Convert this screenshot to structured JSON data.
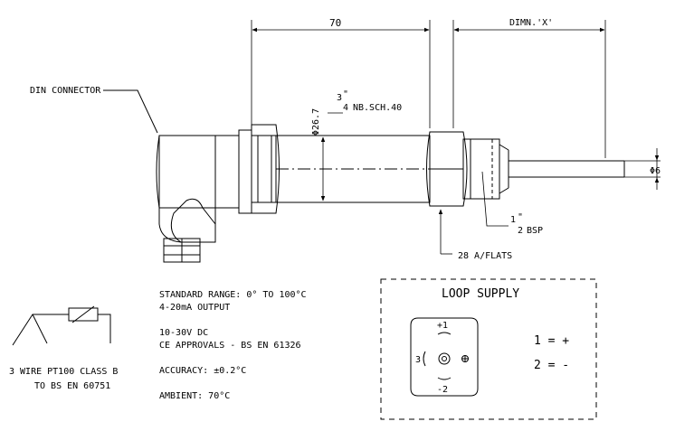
{
  "drawing": {
    "dimensions": {
      "length": "70",
      "dimn_x": "DIMN.'X'",
      "diameter_body": "Φ26.7",
      "diameter_probe": "Φ6",
      "across_flats": "28 A/FLATS"
    },
    "labels": {
      "din_connector": "DIN CONNECTOR",
      "pipe_thread_frac_num": "3",
      "pipe_thread_frac_den": "4",
      "pipe_thread_quote": "\"",
      "pipe_thread_suffix": "NB.SCH.40",
      "bsp_frac_num": "1",
      "bsp_frac_den": "2",
      "bsp_quote": "\"",
      "bsp_suffix": "BSP"
    },
    "wiring": {
      "line1": "3 WIRE PT100 CLASS B",
      "line2": "TO BS EN 60751"
    },
    "specs": {
      "range": "STANDARD RANGE: 0° TO 100°C",
      "output": "4-20mA OUTPUT",
      "supply": "10-30V DC",
      "approvals": "CE APPROVALS - BS EN 61326",
      "accuracy": "ACCURACY: ±0.2°C",
      "ambient": "AMBIENT: 70°C"
    },
    "loop_supply": {
      "title": "LOOP SUPPLY",
      "pin_top": "+1",
      "pin_bottom": "-2",
      "pin_left": "3",
      "legend_1": "1 = +",
      "legend_2": "2 = -"
    }
  }
}
